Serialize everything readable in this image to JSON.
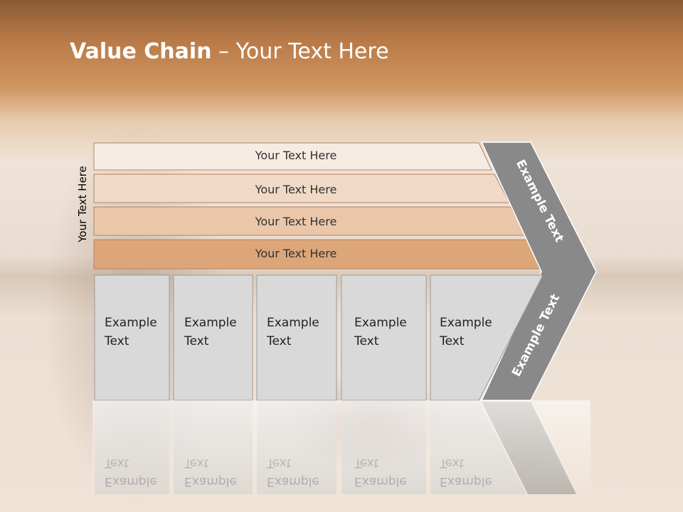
{
  "title": {
    "bold": "Value Chain",
    "rest": " – Your Text Here"
  },
  "side_label": "Your Text Here",
  "bars": [
    "Your Text Here",
    "Your Text Here",
    "Your Text Here",
    "Your Text Here"
  ],
  "boxes": [
    {
      "line1": "Example",
      "line2": "Text"
    },
    {
      "line1": "Example",
      "line2": "Text"
    },
    {
      "line1": "Example",
      "line2": "Text"
    },
    {
      "line1": "Example",
      "line2": "Text"
    },
    {
      "line1": "Example",
      "line2": "Text"
    }
  ],
  "chevron": {
    "upper": "Example Text",
    "lower": "Example Text"
  },
  "colors": {
    "bar1": "#f6ece4",
    "bar2": "#f0d9c6",
    "bar3": "#eac7a9",
    "bar4": "#dca679",
    "box": "#d9d9d9",
    "chevron": "#898989",
    "header": "#c98a52"
  }
}
